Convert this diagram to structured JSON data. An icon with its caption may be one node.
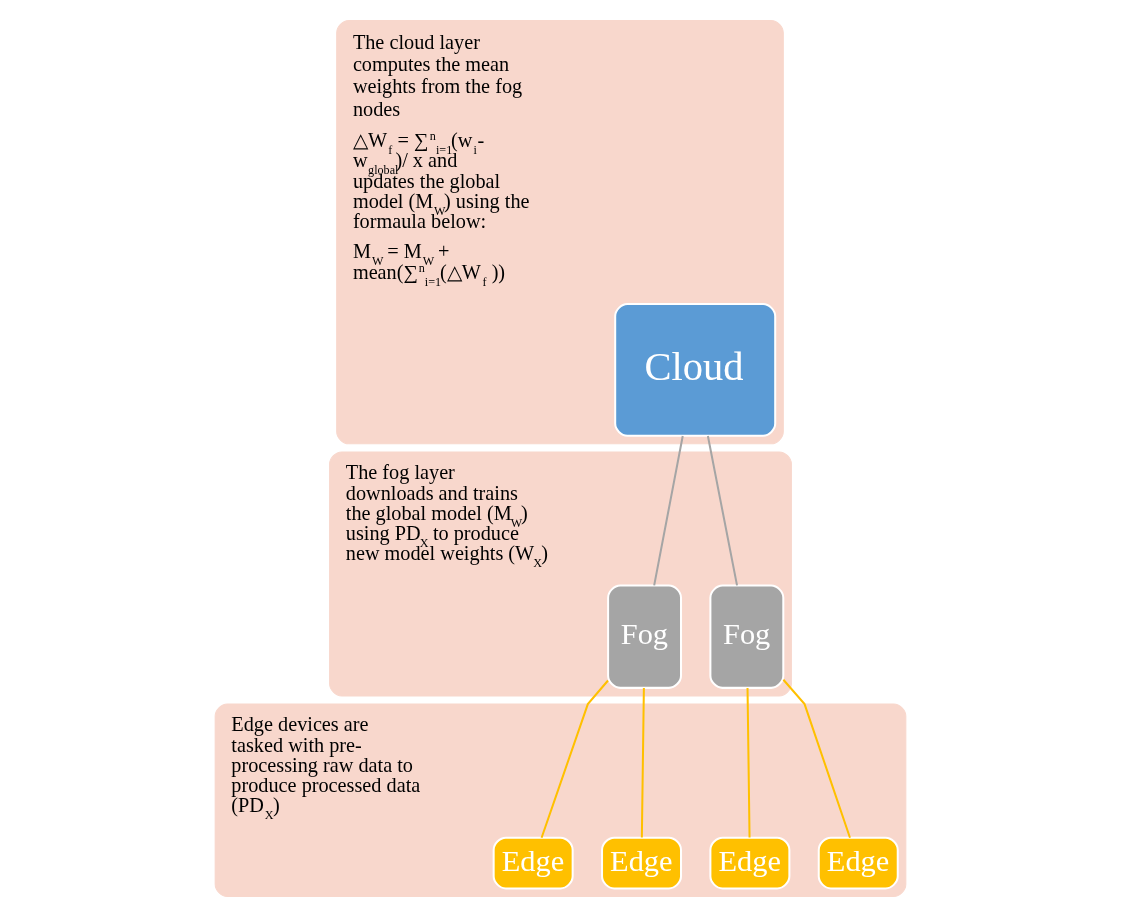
{
  "diagram": {
    "nodes": [
      {
        "text": [
          "The cloud layer computes the mean weights from the fog nodes",
          "△W$_{f}$ = ∑$^{n}$$_{i=1}$(w$_{i}$- w$_{global}$)/ x and updates the global model (M$_{W}$) using the formaula below:",
          "M$_{W}$ = M$_{W}$ + mean(∑$^{n}$$_{i=1}$(△W$_{f}$ ))"
        ]
      },
      {
        "text": [
          "Cloud"
        ],
        "in": 0
      },
      {
        "text": [
          "The fog layer downloads and trains the global model (M$_{W}$) using PD$_{X}$ to produce new model weights (W$_{X}$)"
        ]
      },
      {
        "text": [
          "Fog"
        ],
        "in": 2
      },
      {
        "text": [
          "Fog"
        ],
        "in": 2
      },
      {
        "text": [
          "Edge devices are tasked with pre- processing raw data to produce processed data (PD$_{X}$)"
        ]
      },
      {
        "text": [
          "Edge"
        ],
        "in": 5
      },
      {
        "text": [
          "Edge"
        ],
        "in": 5
      },
      {
        "text": [
          "Edge"
        ],
        "in": 5
      },
      {
        "text": [
          "Edge"
        ],
        "in": 5
      }
    ],
    "edges": [
      {
        "from": 1,
        "to": 3,
        "arrow": "none",
        "color": "#a5a5a5"
      },
      {
        "from": 1,
        "to": 4,
        "arrow": "none",
        "color": "#a5a5a5"
      },
      {
        "from": 3,
        "to": 6,
        "arrow": "none"
      },
      {
        "from": 3,
        "to": 7,
        "arrow": "none"
      },
      {
        "from": 4,
        "to": 8,
        "arrow": "none"
      },
      {
        "from": 4,
        "to": 9,
        "arrow": "none"
      }
    ]
  }
}
